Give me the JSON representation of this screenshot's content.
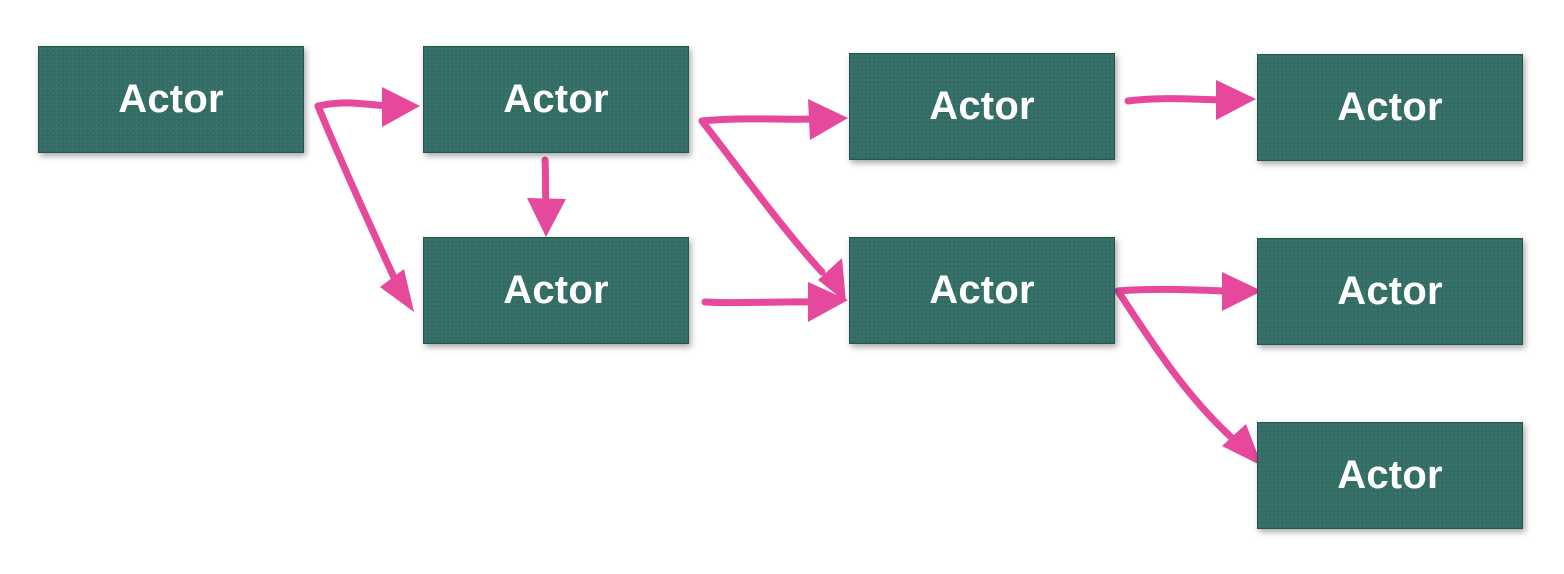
{
  "diagram": {
    "accent_color": "#e6489b",
    "box_color": "#336e66",
    "actors": [
      {
        "id": "a1",
        "label": "Actor"
      },
      {
        "id": "a2",
        "label": "Actor"
      },
      {
        "id": "a3",
        "label": "Actor"
      },
      {
        "id": "a4",
        "label": "Actor"
      },
      {
        "id": "a5",
        "label": "Actor"
      },
      {
        "id": "a6",
        "label": "Actor"
      },
      {
        "id": "a7",
        "label": "Actor"
      },
      {
        "id": "a8",
        "label": "Actor"
      }
    ],
    "edges": [
      {
        "from": "a1",
        "to": "a2"
      },
      {
        "from": "a1",
        "to": "a3"
      },
      {
        "from": "a2",
        "to": "a3"
      },
      {
        "from": "a2",
        "to": "a4"
      },
      {
        "from": "a2",
        "to": "a5"
      },
      {
        "from": "a3",
        "to": "a5"
      },
      {
        "from": "a4",
        "to": "a6"
      },
      {
        "from": "a5",
        "to": "a7"
      },
      {
        "from": "a5",
        "to": "a8"
      }
    ]
  }
}
